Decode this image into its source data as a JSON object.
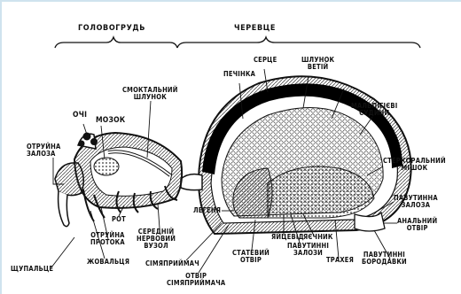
{
  "sections": {
    "cephalothorax": "ГОЛОВОГРУДЬ",
    "abdomen": "ЧЕРЕВЦЕ"
  },
  "labels": {
    "poison_gland": [
      "ОТРУЙНА",
      "ЗАЛОЗА"
    ],
    "eyes": "ОЧІ",
    "brain": "МОЗОК",
    "sucking_stomach": [
      "СМОКТАЛЬНИЙ",
      "ШЛУНОК"
    ],
    "liver": "ПЕЧІНКА",
    "heart": "СЕРЦЕ",
    "stomach_outgrowths": [
      "ШЛУНОК",
      "ВЕТІЙ"
    ],
    "malpighian_vessels": [
      "МАЛЬПІГІЄВІ",
      "СУДИНИ"
    ],
    "excretory_sac": [
      "СТЕРКОРАЛЬНИЙ",
      "МІШОК"
    ],
    "silk_gland": [
      "ПАВУТИННА",
      "ЗАЛОЗА"
    ],
    "anal_opening": [
      "АНАЛЬНИЙ",
      "ОТВІР"
    ],
    "spinnerets": [
      "ПАВУТИННІ",
      "БОРОДАВКИ"
    ],
    "trachea": "ТРАХЕЯ",
    "ovary": "ЯЄЧНИК",
    "silk_glands_lower": [
      "ПАВУТИННІ",
      "ЗАЛОЗИ"
    ],
    "egg": "ЯЙЦЕВІД",
    "genital_opening": [
      "СТАТЕВИЙ",
      "ОТВІР"
    ],
    "lung": "ЛЕГЕНЯ",
    "seminal_receptacle": "СІМЯПРИЙМАЧ",
    "receptacle_opening": [
      "ОТВІР",
      "СІМЯПРИЙМАЧА"
    ],
    "nerve_ganglion": [
      "СЕРЕДНІЙ",
      "НЕРВОВИЙ",
      "ВУЗОЛ"
    ],
    "mouth": "РОТ",
    "poison_duct": [
      "ОТРУЙНА",
      "ПРОТОКА"
    ],
    "chelicera": "ЖОВАЛЬЦЯ",
    "pedipalp": "ЩУПАЛЬЦЕ"
  }
}
